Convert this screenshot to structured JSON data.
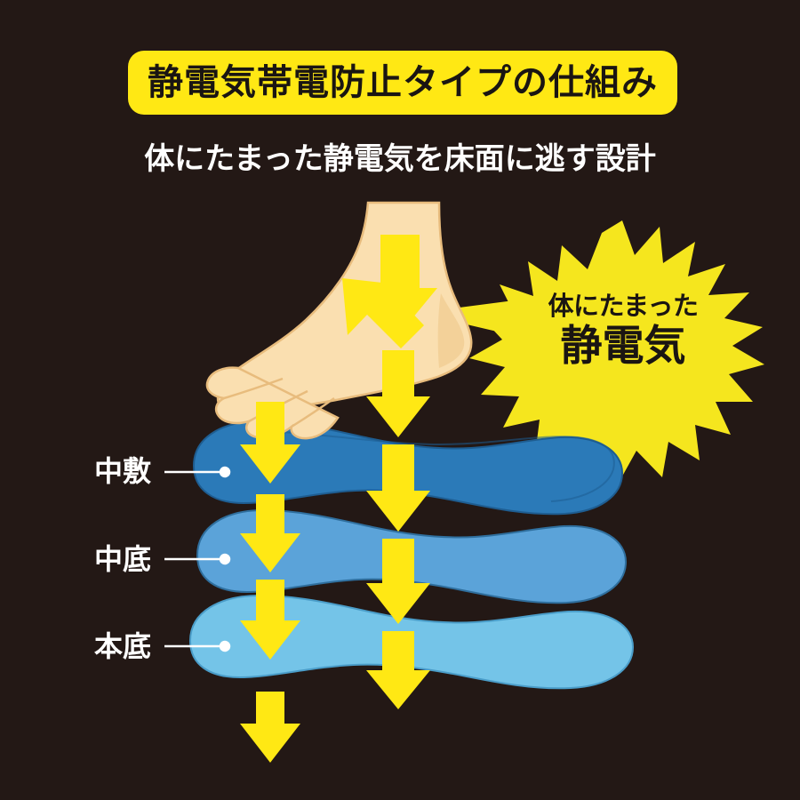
{
  "background_color": "#231815",
  "header": {
    "title": "静電気帯電防止タイプの仕組み",
    "title_bg_color": "#ffe814",
    "title_text_color": "#1a1512",
    "subtitle": "体にたまった静電気を床面に逃す設計",
    "subtitle_color": "#ffffff"
  },
  "burst": {
    "line1": "体にたまった",
    "line2": "静電気",
    "fill_color": "#f5e61e",
    "text_color": "#1a1512",
    "spikes": 20
  },
  "labels": {
    "insole": "中敷",
    "midsole": "中底",
    "outsole": "本底"
  },
  "layers": [
    {
      "name": "中敷",
      "color": "#2b7ab8",
      "stroke": "#1e5d91"
    },
    {
      "name": "中底",
      "color": "#5ba3d9",
      "stroke": "#2f6f9e"
    },
    {
      "name": "本底",
      "color": "#74c4e8",
      "stroke": "#4a9dc9"
    }
  ],
  "foot": {
    "skin_color": "#fadfb0",
    "skin_shadow": "#f6d49a",
    "outline_color": "#e8bc7d"
  },
  "arrows": {
    "color": "#ffe814",
    "down_count_left": 4,
    "down_count_right": 5,
    "diagonal_count": 1
  },
  "leader_line_color": "#ffffff"
}
